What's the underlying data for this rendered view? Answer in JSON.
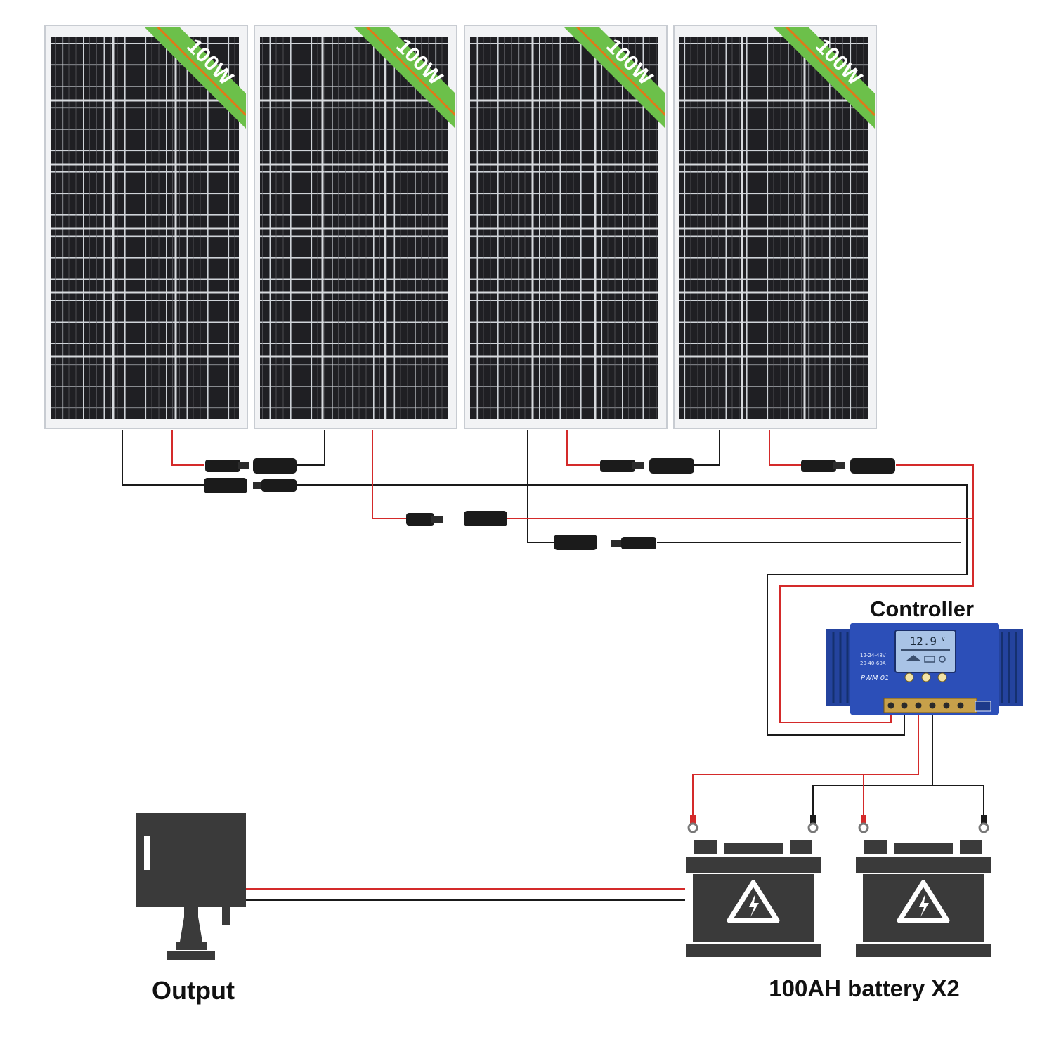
{
  "panels": [
    {
      "watt_label": "100W"
    },
    {
      "watt_label": "100W"
    },
    {
      "watt_label": "100W"
    },
    {
      "watt_label": "100W"
    }
  ],
  "controller": {
    "title": "Controller",
    "lcd_value": "12.9",
    "lcd_unit": "V",
    "model_label": "PWM 01",
    "spec_line1": "12-24-48V",
    "spec_line2": "20-40-60A"
  },
  "output": {
    "label": "Output"
  },
  "battery": {
    "label": "100AH battery X2"
  },
  "colors": {
    "positive_wire": "#d42a2a",
    "negative_wire": "#1a1a1a",
    "badge_green": "#6cc04a",
    "controller_blue": "#2c4fb8",
    "battery_body": "#3a3a3a"
  }
}
